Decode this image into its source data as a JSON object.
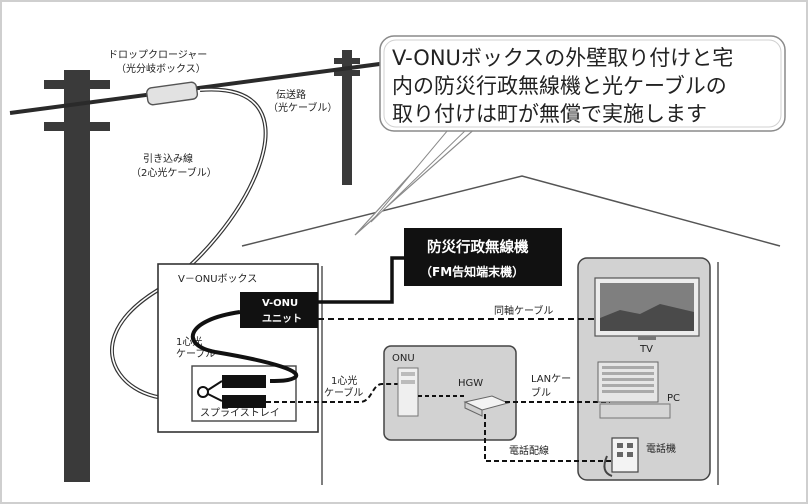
{
  "callout": {
    "line1": "V-ONUボックスの外壁取り付けと宅",
    "line2": "内の防災行政無線機と光ケーブルの",
    "line3": "取り付けは町が無償で実施します"
  },
  "labels": {
    "drop_closure_1": "ドロップクロージャー",
    "drop_closure_2": "（光分岐ボックス）",
    "transmission_1": "伝送路",
    "transmission_2": "（光ケーブル）",
    "lead_in_1": "引き込み線",
    "lead_in_2": "（2心光ケーブル）",
    "vonu_box": "V－ONUボックス",
    "vonu_unit_1": "V-ONU",
    "vonu_unit_2": "ユニット",
    "radio_1": "防災行政無線機",
    "radio_2": "（FM告知端末機）",
    "one_core_1": "1心光",
    "one_core_2": "ケーブル",
    "splice_tray": "スプライストレイ",
    "one_core_b_1": "1心光",
    "one_core_b_2": "ケーブル",
    "onu": "ONU",
    "hgw": "HGW",
    "coax": "同軸ケーブル",
    "lan_1": "LANケー",
    "lan_2": "ブル",
    "tv": "TV",
    "pc": "PC",
    "phone_line": "電話配線",
    "phone": "電話機"
  },
  "colors": {
    "background": "#ffffff",
    "frame": "#cfcfcf",
    "pole": "#3a3a3a",
    "panel": "#d2d2d2",
    "dark_label": "#111111"
  }
}
